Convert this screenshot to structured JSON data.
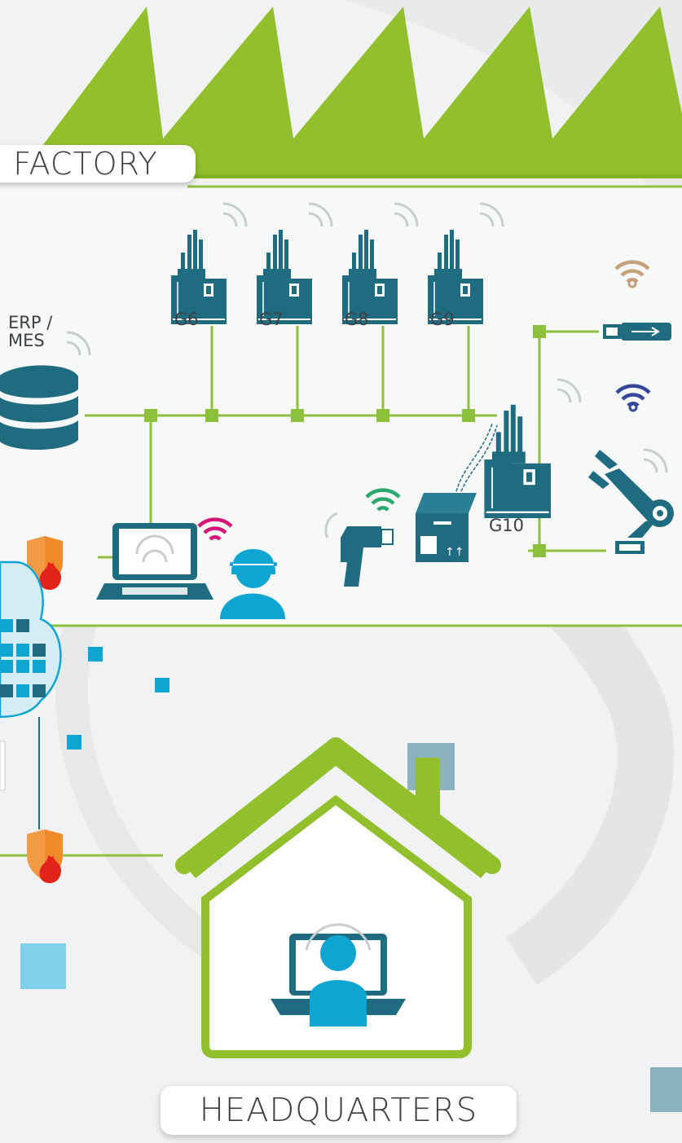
{
  "sections": {
    "factory_label": "FACTORY",
    "headquarters_label": "HEADQUARTERS"
  },
  "erp": {
    "label_line1": "ERP /",
    "label_line2": "MES"
  },
  "machines": [
    {
      "label": "G6"
    },
    {
      "label": "G7"
    },
    {
      "label": "G8"
    },
    {
      "label": "G9"
    },
    {
      "label": "G10"
    }
  ],
  "colors": {
    "network_green": "#8dc03c",
    "roof_green": "#92bf2c",
    "machine_teal": "#1f6c80",
    "person_blue": "#0ea5d3",
    "wifi_tan": "#c4a27a",
    "wifi_navy": "#37479a",
    "wifi_magenta": "#d6177a",
    "wifi_green": "#2aa86e",
    "firewall_orange": "#f08a2b",
    "flame_red": "#e2231a"
  },
  "icons": [
    "factory-roof-icon",
    "database-icon",
    "injection-machine-icon",
    "wifi-icon",
    "usb-stick-icon",
    "robot-arm-icon",
    "barcode-scanner-icon",
    "package-box-icon",
    "laptop-icon",
    "worker-icon",
    "firewall-icon",
    "cloud-icon",
    "house-icon"
  ]
}
